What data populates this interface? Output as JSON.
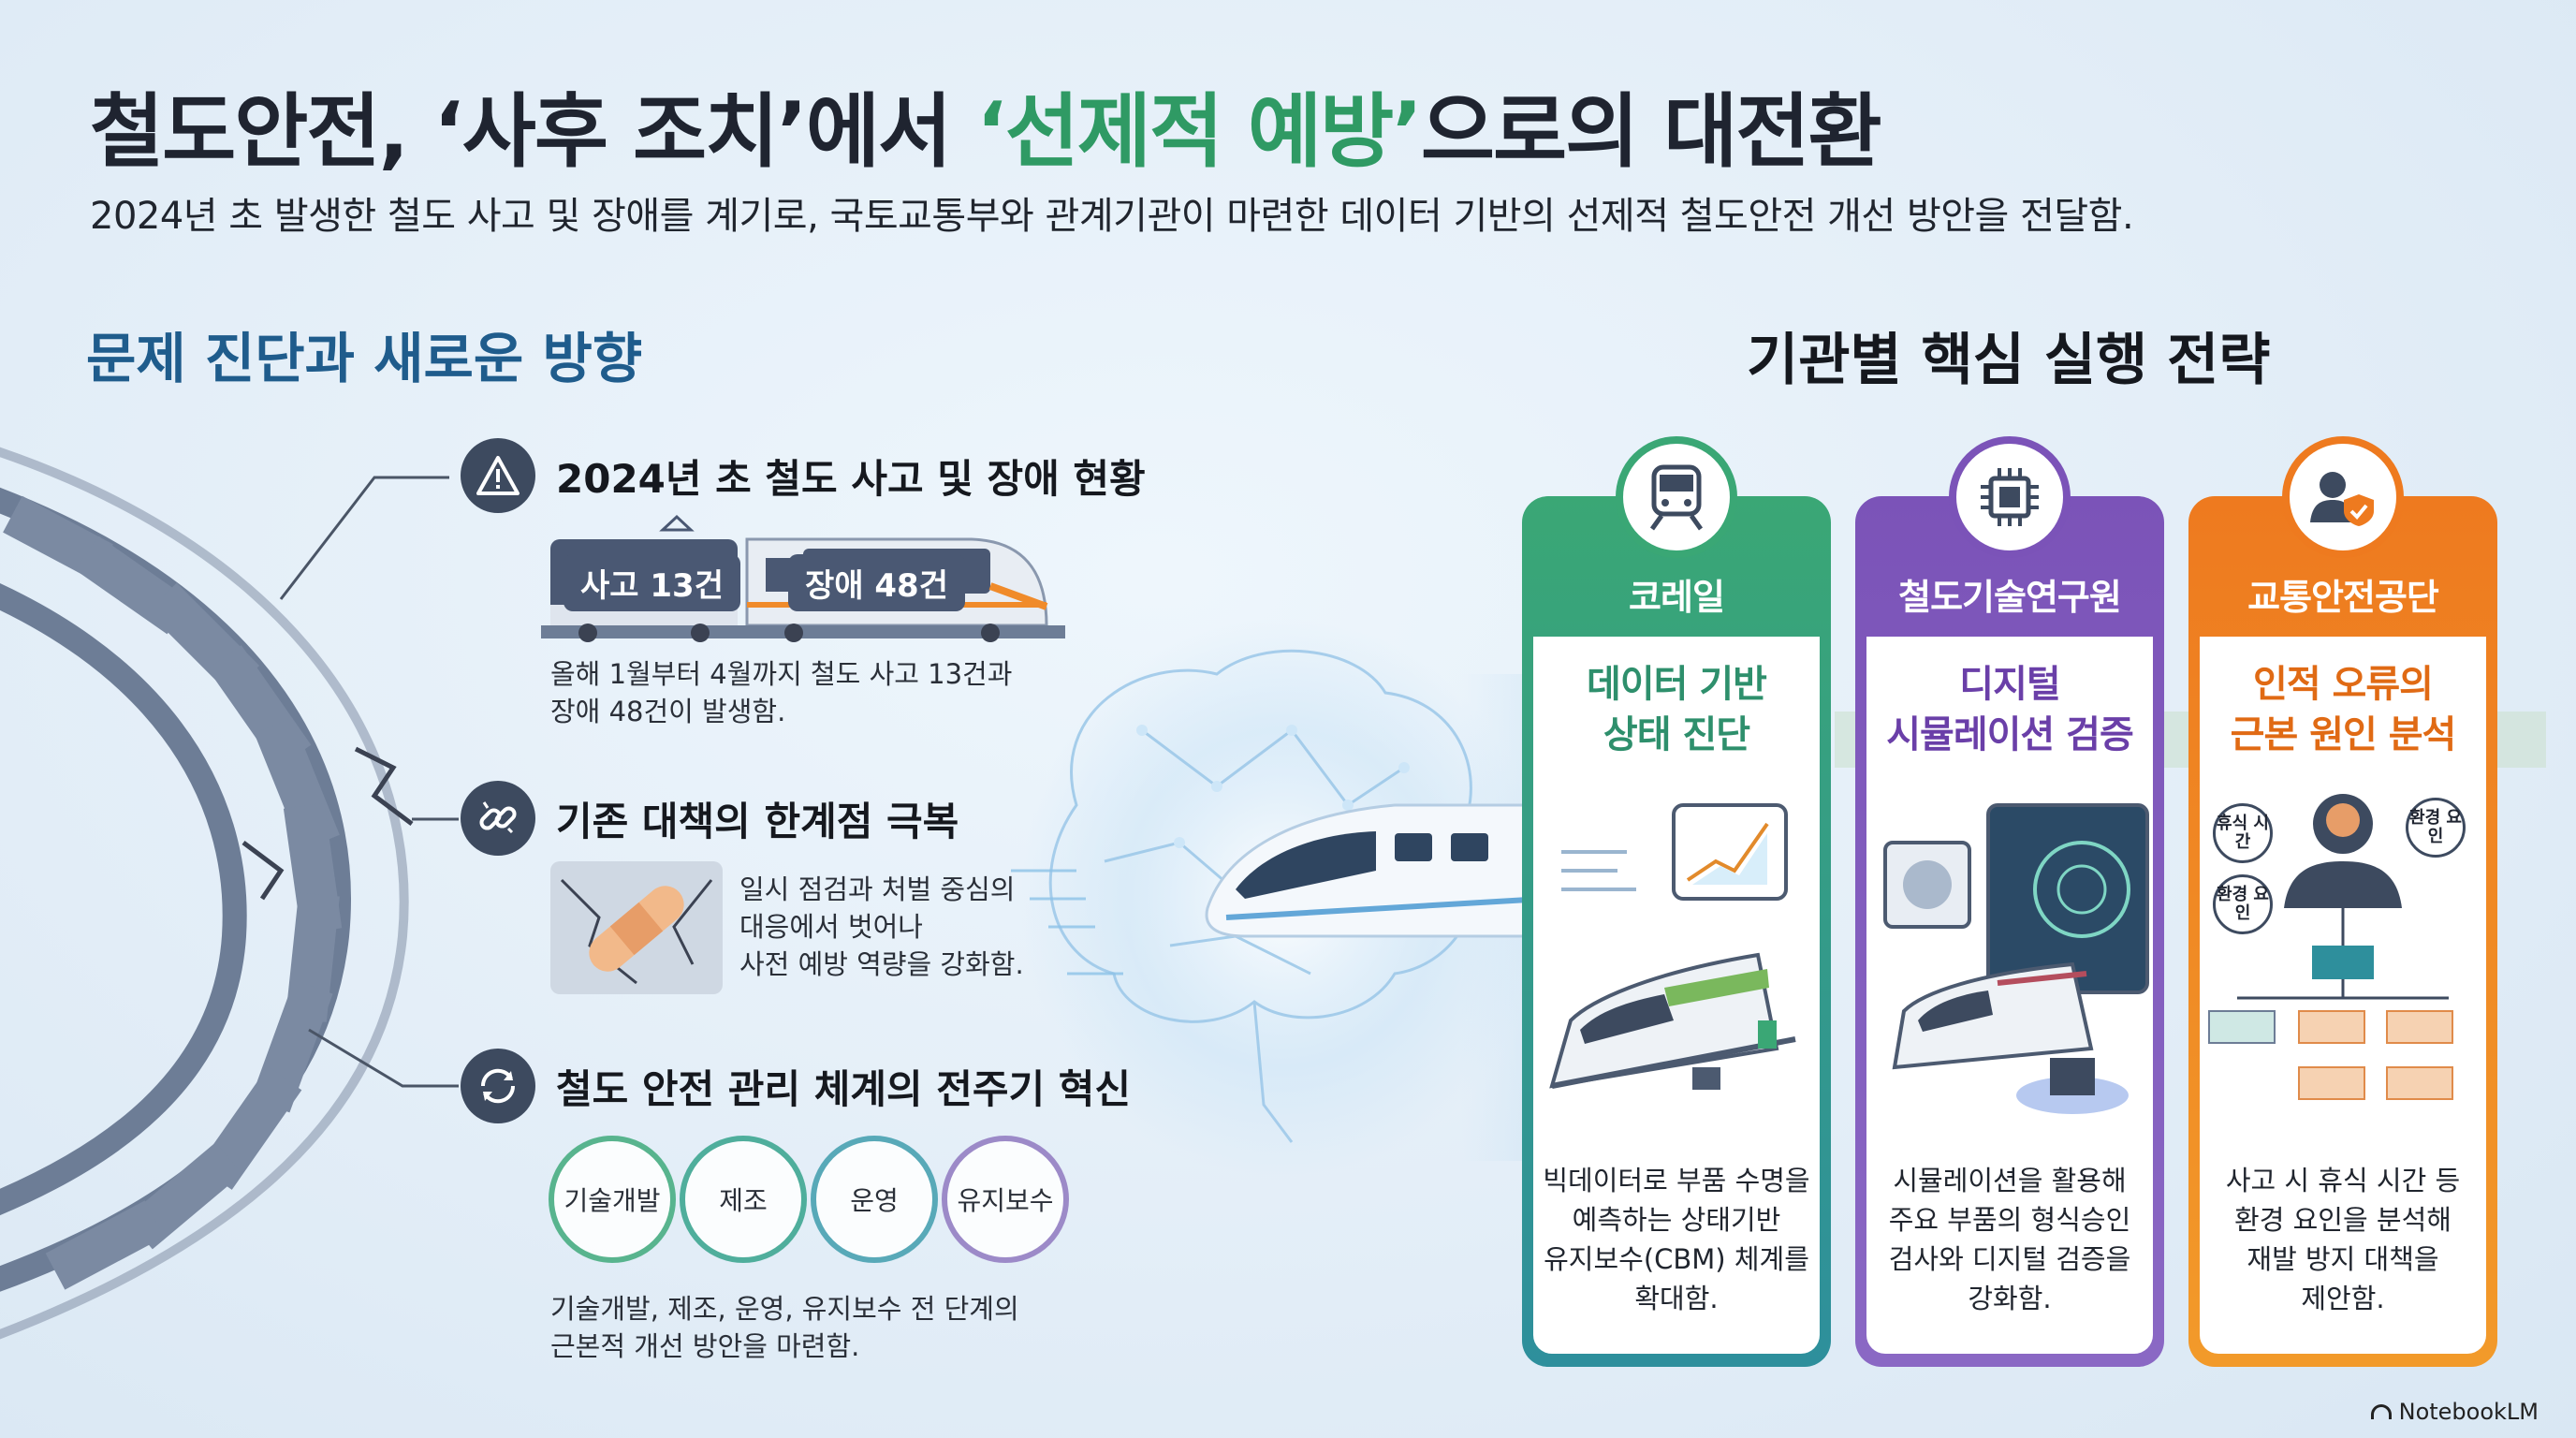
{
  "header": {
    "title_part1": "철도안전, ‘사후 조치’에서 ",
    "title_accent": "‘선제적 예방’",
    "title_part2": "으로의 대전환",
    "subtitle": "2024년 초 발생한 철도 사고 및 장애를 계기로, 국토교통부와 관계기관이 마련한 데이터 기반의 선제적 철도안전 개선 방안을 전달함."
  },
  "left_section": {
    "heading": "문제 진단과 새로운 방향",
    "items": [
      {
        "icon": "warning-icon",
        "title": "2024년 초 철도 사고 및 장애 현황",
        "train_labels": [
          "사고 13건",
          "장애 48건"
        ],
        "desc": [
          "올해 1월부터 4월까지 철도 사고 13건과",
          "장애 48건이 발생함."
        ]
      },
      {
        "icon": "broken-link-icon",
        "title": "기존 대책의 한계점 극복",
        "desc": [
          "일시 점검과 처벌 중심의",
          "대응에서 벗어나",
          "사전 예방 역량을 강화함."
        ]
      },
      {
        "icon": "cycle-icon",
        "title": "철도 안전 관리 체계의 전주기 혁신",
        "flow": [
          "기술개발",
          "제조",
          "운영",
          "유지보수"
        ],
        "desc": [
          "기술개발, 제조, 운영, 유지보수 전 단계의",
          "근본적 개선 방안을 마련함."
        ]
      }
    ]
  },
  "right_section": {
    "heading": "기관별 핵심 실행 전략",
    "cards": [
      {
        "org": "코레일",
        "icon": "train-icon",
        "focus": [
          "데이터 기반",
          "상태 진단"
        ],
        "desc": [
          "빅데이터로 부품 수명을",
          "예측하는 상태기반",
          "유지보수(CBM) 체계를",
          "확대함."
        ],
        "color": "#3aa775",
        "color2": "#2e8f9c"
      },
      {
        "org": "철도기술연구원",
        "icon": "chip-icon",
        "focus": [
          "디지털",
          "시뮬레이션 검증"
        ],
        "desc": [
          "시뮬레이션을 활용해",
          "주요 부품의 형식승인",
          "검사와 디지털 검증을",
          "강화함."
        ],
        "color": "#7b53b8",
        "color2": "#8a68c4"
      },
      {
        "org": "교통안전공단",
        "icon": "user-shield-icon",
        "focus": [
          "인적 오류의",
          "근본 원인 분석"
        ],
        "desc": [
          "사고 시 휴식 시간 등",
          "환경 요인을 분석해",
          "재발 방지 대책을",
          "제안함."
        ],
        "labels": [
          "휴식 시간",
          "환경 요인",
          "환경 요인"
        ],
        "color": "#ee7a1f",
        "color2": "#f29a2a"
      }
    ]
  },
  "watermark": "NotebookLM",
  "colors": {
    "accent_green": "#2f9a64",
    "heading_blue": "#1f5c8c",
    "icon_dark": "#3d4a5f"
  }
}
